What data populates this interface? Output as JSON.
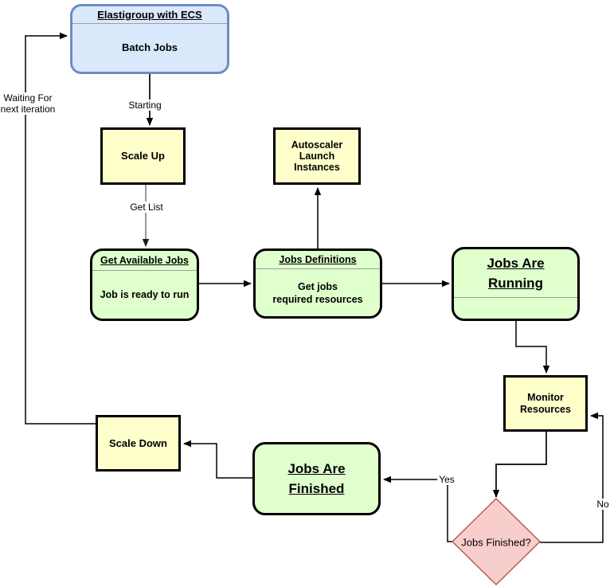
{
  "nodes": {
    "elastigroup": {
      "title": "Elastigroup with ECS",
      "body": "Batch Jobs"
    },
    "scale_up": {
      "label": "Scale Up"
    },
    "autoscaler": {
      "lines": [
        "Autoscaler",
        "Launch",
        "Instances"
      ]
    },
    "get_available_jobs": {
      "title": "Get Available Jobs",
      "body": "Job is ready to run"
    },
    "jobs_definitions": {
      "title": "Jobs Definitions",
      "body_lines": [
        "Get jobs",
        "required resources"
      ]
    },
    "jobs_running": {
      "title_lines": [
        "Jobs Are",
        "Running"
      ]
    },
    "monitor_resources": {
      "lines": [
        "Monitor",
        "Resources"
      ]
    },
    "decision": {
      "label": "Jobs Finished?"
    },
    "jobs_finished": {
      "title_lines": [
        "Jobs Are",
        "Finished"
      ]
    },
    "scale_down": {
      "label": "Scale Down"
    }
  },
  "edge_labels": {
    "starting": "Starting",
    "get_list": "Get List",
    "yes": "Yes",
    "no": "No",
    "waiting_lines": [
      "Waiting For",
      "next iteration"
    ]
  },
  "colors": {
    "blue_fill": "#dae8fc",
    "blue_border": "#6c8ebf",
    "yellow_fill": "#ffffcc",
    "green_fill": "#dfffcd",
    "node_border": "#000000",
    "diamond_fill": "#f8cecc",
    "diamond_border": "#b85450",
    "edge": "#000000",
    "gray_edge": "#999999"
  }
}
